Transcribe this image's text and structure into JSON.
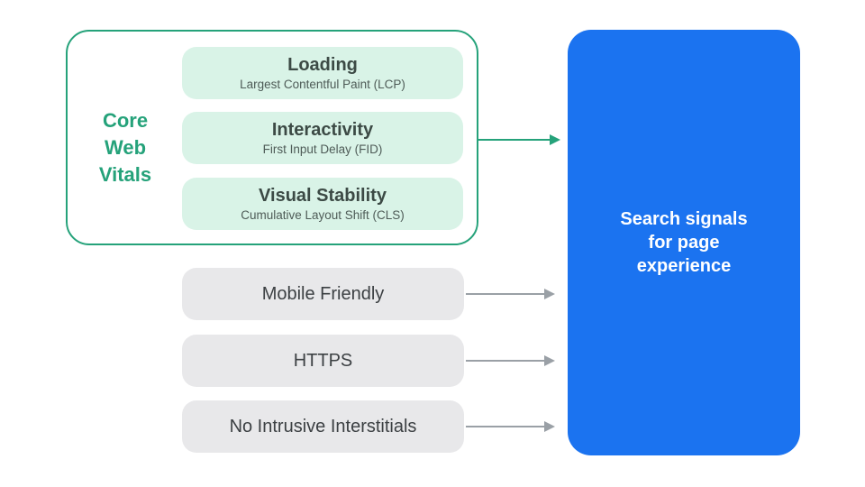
{
  "colors": {
    "green": "#25a27a",
    "mint": "#d9f3e7",
    "gray_card": "#e8e8ea",
    "blue": "#1b73f0",
    "arrow_gray": "#9aa0a6",
    "card_title": "#3c4a45",
    "card_subtitle": "#4e5b57",
    "signal_text": "#3c4043"
  },
  "core_web_vitals": {
    "label_lines": [
      "Core",
      "Web",
      "Vitals"
    ],
    "cards": [
      {
        "title": "Loading",
        "subtitle": "Largest Contentful Paint (LCP)"
      },
      {
        "title": "Interactivity",
        "subtitle": "First Input Delay (FID)"
      },
      {
        "title": "Visual Stability",
        "subtitle": "Cumulative Layout Shift (CLS)"
      }
    ]
  },
  "other_signals": [
    {
      "label": "Mobile Friendly"
    },
    {
      "label": "HTTPS"
    },
    {
      "label": "No Intrusive Interstitials"
    }
  ],
  "result_box": {
    "lines": [
      "Search signals",
      "for page",
      "experience"
    ]
  }
}
